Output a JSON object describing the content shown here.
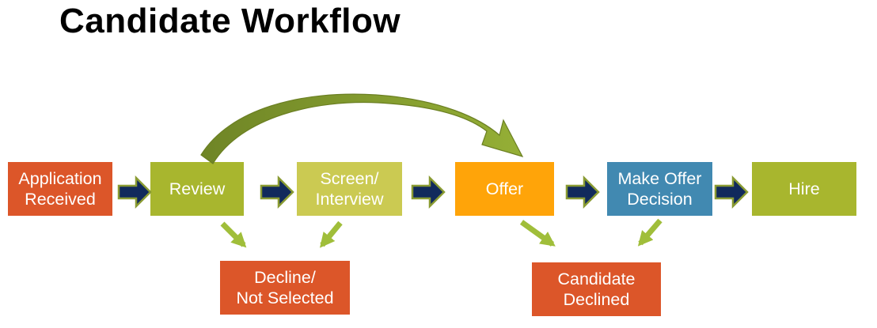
{
  "title": "Candidate Workflow",
  "flow": {
    "nodes": [
      {
        "id": "application-received",
        "label": "Application\nReceived",
        "color": "#DC5629"
      },
      {
        "id": "review",
        "label": "Review",
        "color": "#A8B62E"
      },
      {
        "id": "screen-interview",
        "label": "Screen/\nInterview",
        "color": "#CBCA52"
      },
      {
        "id": "offer",
        "label": "Offer",
        "color": "#FFA409"
      },
      {
        "id": "make-offer-decision",
        "label": "Make Offer\nDecision",
        "color": "#4189B1"
      },
      {
        "id": "hire",
        "label": "Hire",
        "color": "#A8B62E"
      }
    ],
    "offshoots": [
      {
        "id": "decline-not-selected",
        "label": "Decline/\nNot Selected",
        "color": "#DC5629",
        "from": [
          "review",
          "screen-interview"
        ]
      },
      {
        "id": "candidate-declined",
        "label": "Candidate\nDeclined",
        "color": "#DC5629",
        "from": [
          "offer",
          "make-offer-decision"
        ]
      }
    ],
    "skip_edge": {
      "from": "review",
      "to": "offer"
    }
  },
  "arrow_colors": {
    "block": "#112A5C",
    "block_outline": "#8A9B33",
    "thin": "#A0BE3A",
    "curve_start": "#6F8526",
    "curve_end": "#95AF36",
    "curve_edge": "#6B7F22"
  },
  "text_color": "#FFFFFF",
  "background": "#FFFFFF"
}
